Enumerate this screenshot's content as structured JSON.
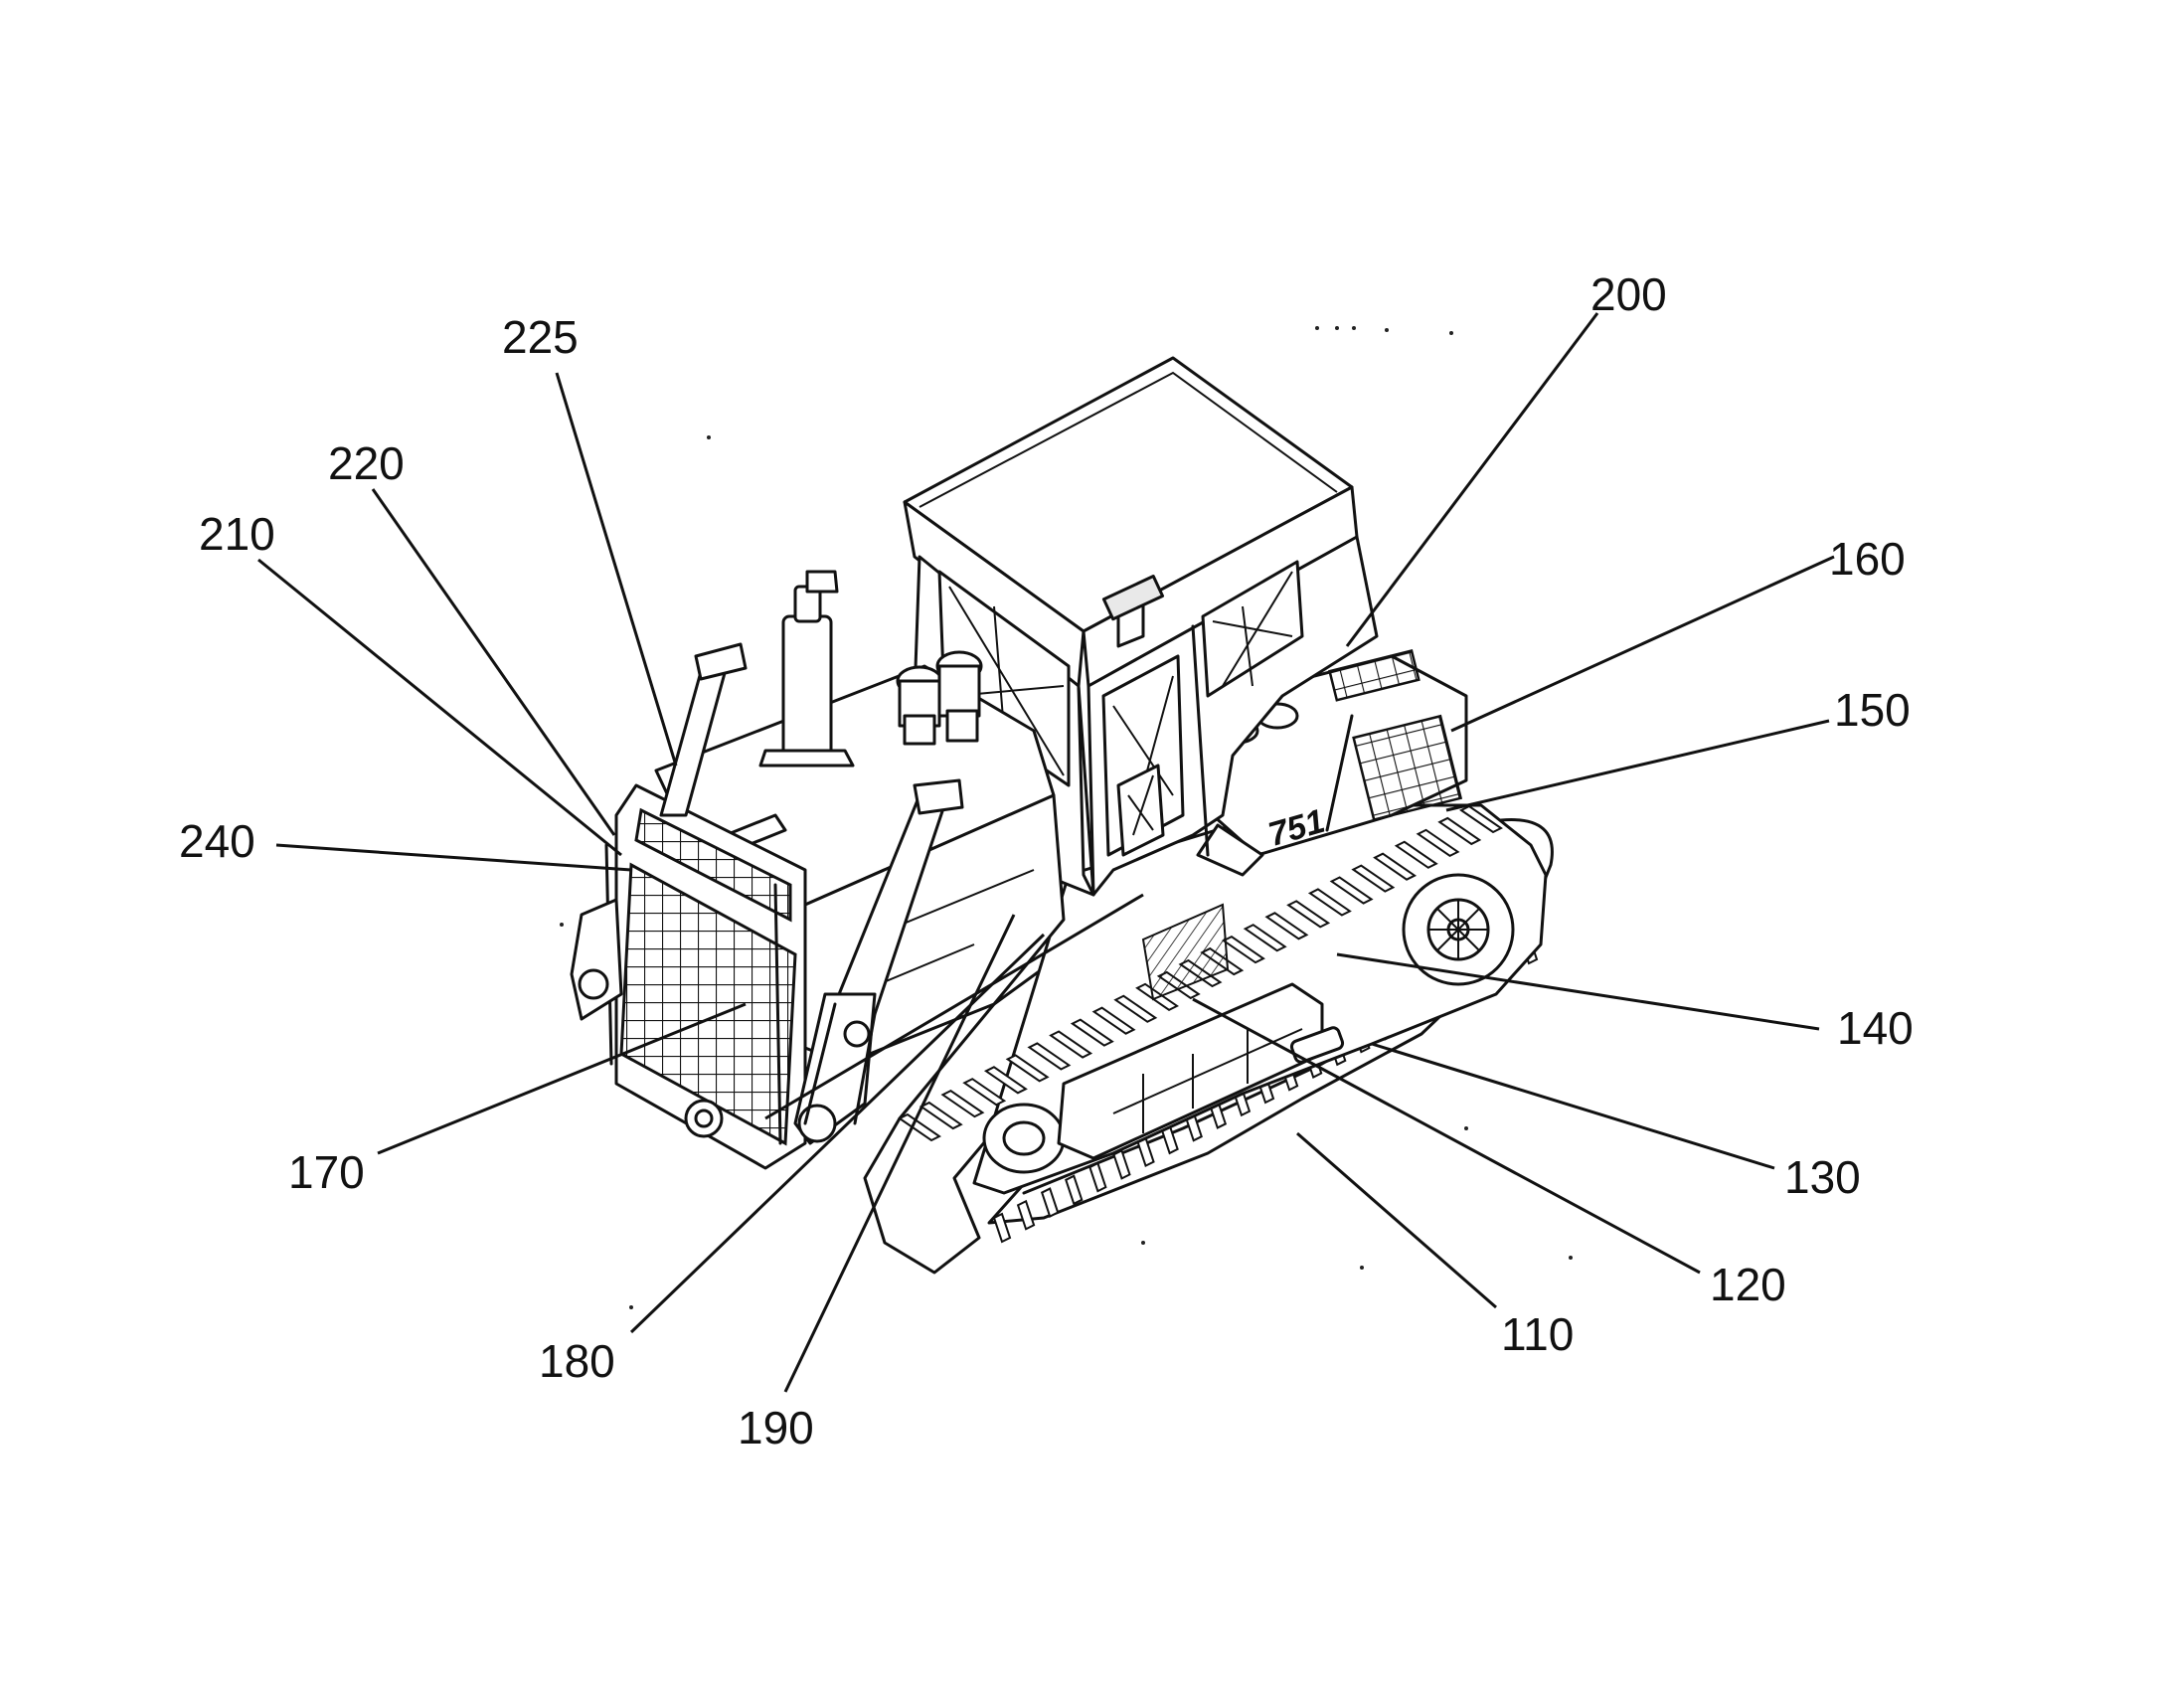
{
  "figure": {
    "labels": [
      "110",
      "120",
      "130",
      "140",
      "150",
      "160",
      "170",
      "180",
      "190",
      "200",
      "210",
      "220",
      "225",
      "240"
    ],
    "model_badge": "751"
  }
}
